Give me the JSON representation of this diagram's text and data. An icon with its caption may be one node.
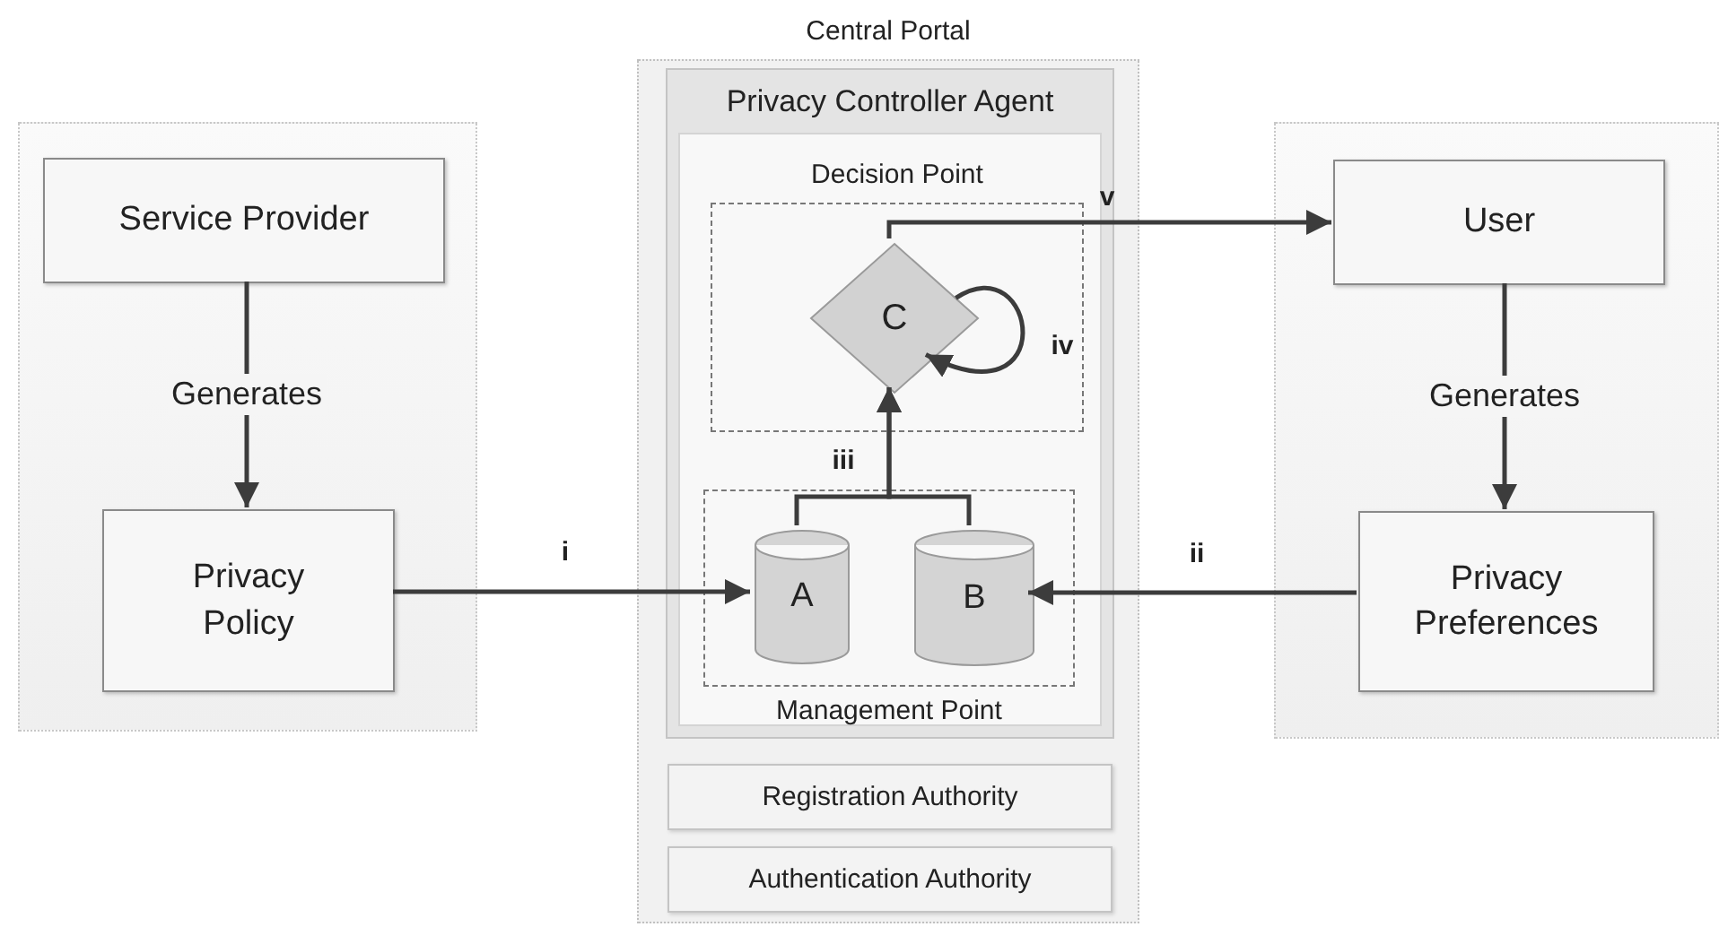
{
  "diagram": {
    "nodes": [
      {
        "text": [],
        "shape": "box"
      },
      {
        "text": [
          "Service Provider"
        ],
        "in": 0
      },
      {
        "text": [
          "Privacy Policy"
        ],
        "in": 0
      },
      {
        "text": [
          "Central Portal"
        ]
      },
      {
        "text": [
          "Privacy Controller Agent"
        ],
        "in": 3
      },
      {
        "text": [
          "Decision Point"
        ],
        "in": 4
      },
      {
        "text": [
          "C"
        ],
        "in": 5
      },
      {
        "text": [
          "Management Point"
        ],
        "in": 4
      },
      {
        "text": [
          "A"
        ],
        "in": 7
      },
      {
        "text": [
          "B"
        ],
        "in": 7
      },
      {
        "text": [
          "Registration Authority"
        ],
        "in": 3
      },
      {
        "text": [
          "Authentication Authority"
        ],
        "in": 3
      },
      {
        "text": [],
        "shape": "box"
      },
      {
        "text": [
          "User"
        ],
        "in": 12
      },
      {
        "text": [
          "Privacy Preferences"
        ],
        "in": 12
      }
    ],
    "edges": [
      {
        "from": 1,
        "to": 2,
        "arrow": "to",
        "label": "Generates"
      },
      {
        "from": 13,
        "to": 14,
        "arrow": "to",
        "label": "Generates"
      },
      {
        "from": 2,
        "to": 8,
        "arrow": "to",
        "label": "i"
      },
      {
        "from": 14,
        "to": 9,
        "arrow": "to",
        "label": "ii"
      },
      {
        "from": 8,
        "to": 6,
        "arrow": "to",
        "label": "iii"
      },
      {
        "from": 9,
        "to": 6,
        "arrow": "to"
      },
      {
        "from": 6,
        "to": 6,
        "arrow": "to",
        "label": "iv"
      },
      {
        "from": 6,
        "to": 13,
        "arrow": "to",
        "label": "v"
      }
    ]
  }
}
